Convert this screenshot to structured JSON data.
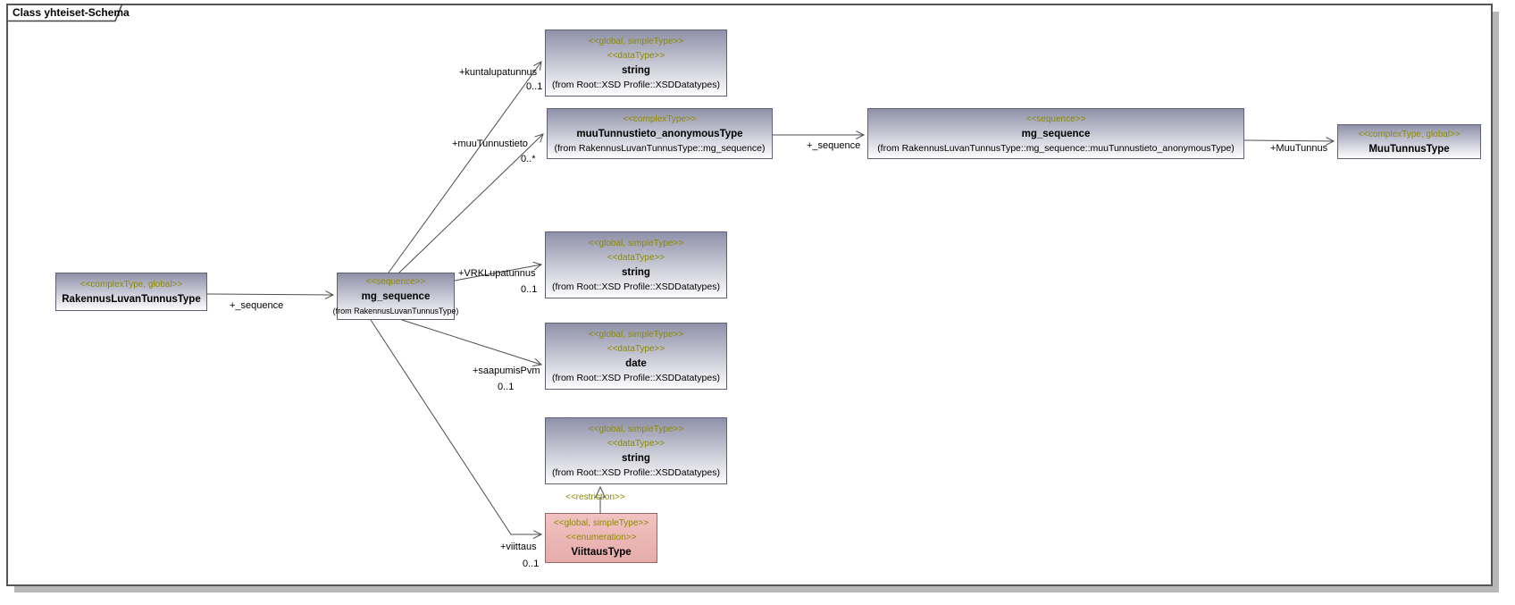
{
  "frame": {
    "title": "Class yhteiset-Schema"
  },
  "colors": {
    "stereotype_text": "#8e8a00",
    "node_fill_top": "#8f91a9",
    "node_fill_bottom": "#fdfdfe",
    "node_border": "#5f5f75",
    "enum_fill_top": "#f1c2c1",
    "enum_fill_bottom": "#e5acaa",
    "enum_border": "#996868",
    "edge_line": "#4d4d4d",
    "frame_border": "#555555",
    "frame_shadow": "#b8b8b8"
  },
  "nodes": {
    "string_top": {
      "stereotype1": "<<global, simpleType>>",
      "stereotype2": "<<dataType>>",
      "name": "string",
      "from": "(from Root::XSD Profile::XSDDatatypes)"
    },
    "muu_anonymous": {
      "stereotype1": "<<complexType>>",
      "name": "muuTunnustieto_anonymousType",
      "from": "(from RakennusLuvanTunnusType::mg_sequence)"
    },
    "mg_sequence_right": {
      "stereotype1": "<<sequence>>",
      "name": "mg_sequence",
      "from": "(from RakennusLuvanTunnusType::mg_sequence::muuTunnustieto_anonymousType)"
    },
    "muu_tunnus_type": {
      "stereotype1": "<<complexType, global>>",
      "name": "MuuTunnusType"
    },
    "rakennus_luvan_tunnus_type": {
      "stereotype1": "<<complexType, global>>",
      "name": "RakennusLuvanTunnusType"
    },
    "mg_sequence_mid": {
      "stereotype1": "<<sequence>>",
      "name": "mg_sequence",
      "from": "(from RakennusLuvanTunnusType)"
    },
    "string_mid": {
      "stereotype1": "<<global, simpleType>>",
      "stereotype2": "<<dataType>>",
      "name": "string",
      "from": "(from Root::XSD Profile::XSDDatatypes)"
    },
    "date": {
      "stereotype1": "<<global, simpleType>>",
      "stereotype2": "<<dataType>>",
      "name": "date",
      "from": "(from Root::XSD Profile::XSDDatatypes)"
    },
    "string_bottom": {
      "stereotype1": "<<global, simpleType>>",
      "stereotype2": "<<dataType>>",
      "name": "string",
      "from": "(from Root::XSD Profile::XSDDatatypes)"
    },
    "viittaus_type": {
      "stereotype1": "<<global, simpleType>>",
      "stereotype2": "<<enumeration>>",
      "name": "ViittausType"
    }
  },
  "edges": {
    "sequence1": {
      "label": "+_sequence"
    },
    "kuntalupatunnus": {
      "label": "+kuntalupatunnus",
      "multiplicity": "0..1"
    },
    "muuTunnustieto": {
      "label": "+muuTunnustieto",
      "multiplicity": "0..*"
    },
    "vrkLupatunnus": {
      "label": "+VRKLupatunnus",
      "multiplicity": "0..1"
    },
    "saapumisPvm": {
      "label": "+saapumisPvm",
      "multiplicity": "0..1"
    },
    "viittaus": {
      "label": "+viittaus",
      "multiplicity": "0..1"
    },
    "sequence2": {
      "label": "+_sequence"
    },
    "muuTunnus": {
      "label": "+MuuTunnus"
    },
    "restriction": {
      "label": "<<restriction>>"
    }
  }
}
